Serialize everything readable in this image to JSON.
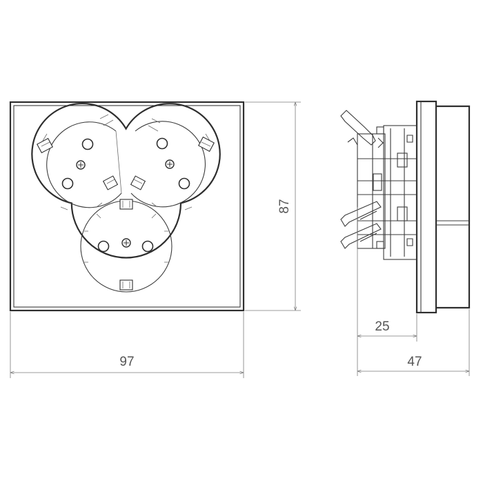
{
  "dimensions": {
    "width_label": "97",
    "height_label": "87",
    "depth_mount_label": "25",
    "depth_total_label": "47"
  },
  "colors": {
    "line": "#2e2e2e",
    "dimension": "#7a7a7a",
    "text": "#555555",
    "background": "#ffffff"
  }
}
